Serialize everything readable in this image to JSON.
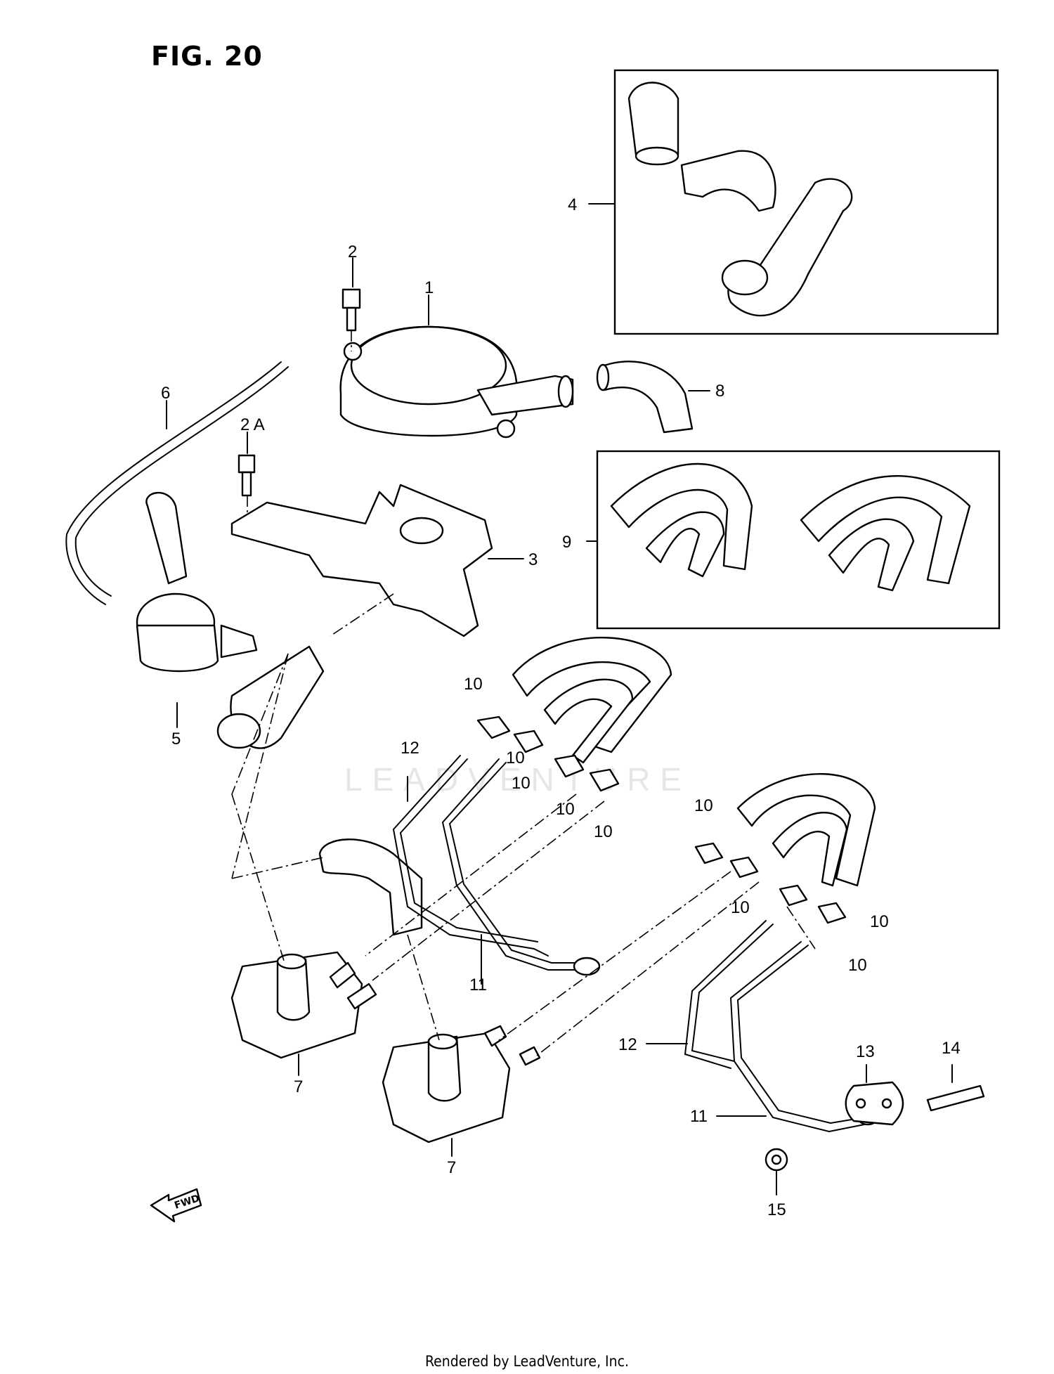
{
  "title": "FIG. 20",
  "footer": "Rendered by LeadVenture, Inc.",
  "watermark": "LEADVENTURE",
  "fwd_label": "FWD",
  "callouts": [
    "1",
    "2",
    "2 A",
    "3",
    "4",
    "5",
    "6",
    "7",
    "7",
    "8",
    "9",
    "10",
    "10",
    "10",
    "10",
    "10",
    "10",
    "10",
    "10",
    "10",
    "11",
    "11",
    "12",
    "12",
    "13",
    "14",
    "15"
  ]
}
